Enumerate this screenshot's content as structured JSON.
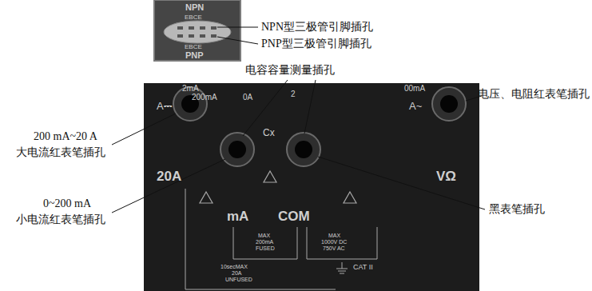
{
  "diagram": {
    "nodes": [
      {
        "text": [
          "NPN",
          "EBCE",
          "EBCE",
          "PNP"
        ]
      },
      {
        "text": [
          "2mA",
          "200mA",
          "A⎓",
          "0A",
          "2",
          "00mA",
          "A~",
          "Cx",
          "20A",
          "mA",
          "COM",
          "VΩ",
          "MAX",
          "200mA",
          "FUSED",
          "MAX",
          "1000V DC",
          "750V AC",
          "10secMAX",
          "20A",
          "UNFUSED",
          "CAT II"
        ]
      }
    ],
    "labels": [
      "NPN型三极管引脚插孔",
      "PNP型三极管引脚插孔",
      "电容容量测量插孔",
      "200 mA~20 A",
      "大电流红表笔插孔",
      "电压、电阻红表笔插孔",
      "0~200 mA",
      "小电流红表笔插孔",
      "黑表笔插孔"
    ]
  }
}
